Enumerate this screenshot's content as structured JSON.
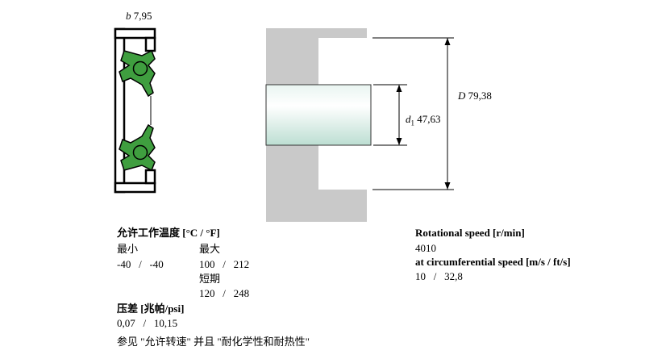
{
  "page": {
    "background": "#ffffff"
  },
  "seal_diagram": {
    "dim_b": {
      "symbol": "b",
      "value": "7,95"
    },
    "elastomer_color": "#3f9e3f",
    "case_color": "#000000"
  },
  "mounting_diagram": {
    "housing_color": "#c9c9c9",
    "shaft_color_light": "#ffffff",
    "shaft_color_dark": "#bcded2",
    "dim_D": {
      "symbol": "D",
      "value": "79,38"
    },
    "dim_d1": {
      "symbol": "d",
      "subscript": "1",
      "value": "47,63"
    }
  },
  "specs": {
    "temperature": {
      "header": "允许工作温度 [°C / °F]",
      "min_label": "最小",
      "max_label": "最大",
      "min_values": "-40   /   -40",
      "max_values": "100   /   212",
      "short_term_label": "短期",
      "short_term_values": "120   /   248"
    },
    "pressure": {
      "header": "压差 [兆帕/psi]",
      "values": "0,07   /   10,15"
    },
    "see_also": "参见 \"允许转速\" 并且 \"耐化学性和耐热性\"",
    "speed": {
      "header": "Rotational speed [r/min]",
      "value": "4010",
      "circ_header": "at circumferential speed [m/s / ft/s]",
      "circ_values": "10   /   32,8"
    }
  }
}
